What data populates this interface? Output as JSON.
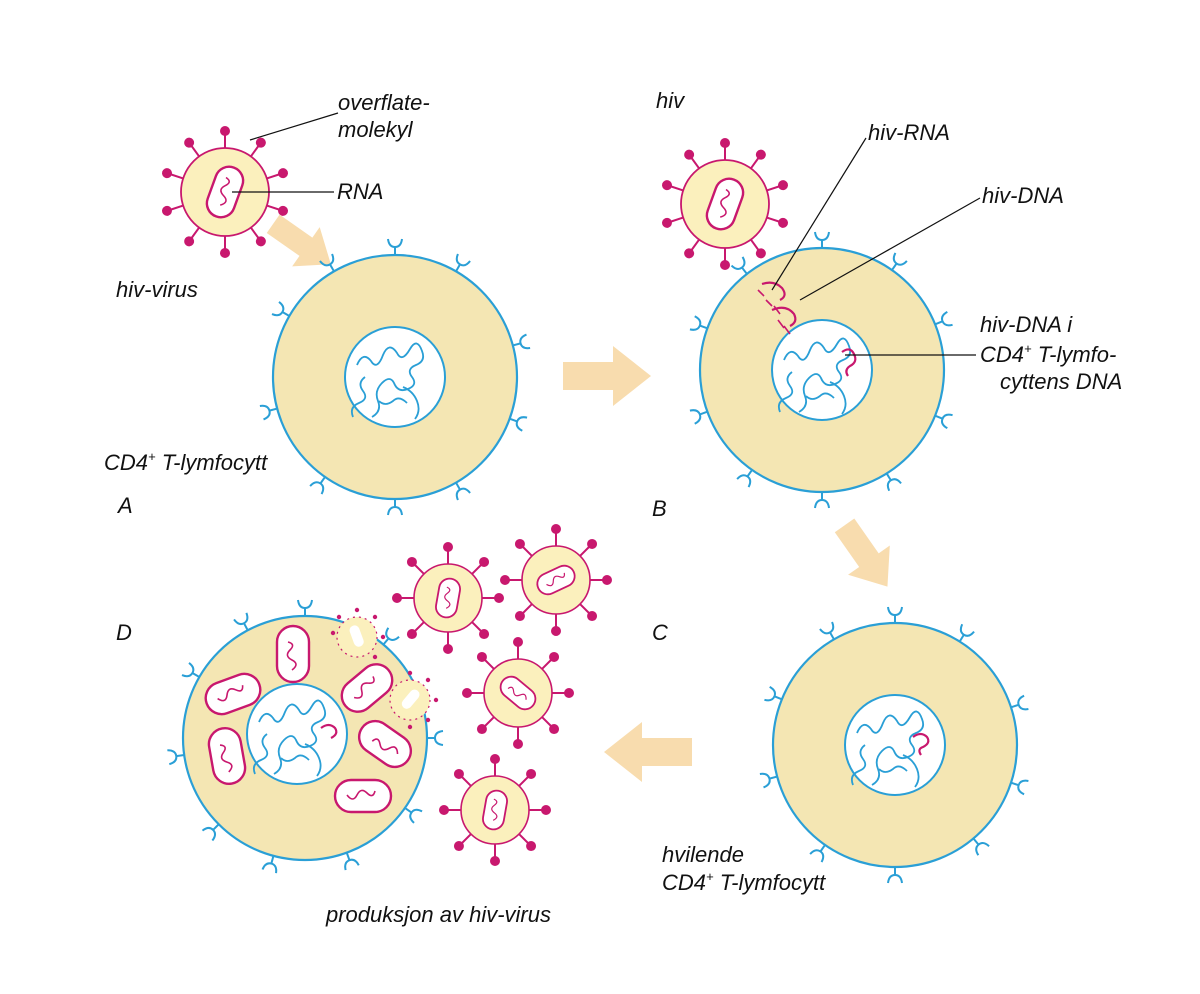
{
  "labels": {
    "overflate_line1": "overflate-",
    "overflate_line2": "molekyl",
    "rna": "RNA",
    "hiv_virus": "hiv-virus",
    "cd4_a_pre": "CD4",
    "cd4_a_sup": "+",
    "cd4_a_post": " T-lymfocytt",
    "panel_a": "A",
    "hiv": "hiv",
    "hiv_rna": "hiv-RNA",
    "hiv_dna": "hiv-DNA",
    "integrated_line1": "hiv-DNA i",
    "integrated_line2_pre": "CD4",
    "integrated_line2_sup": "+",
    "integrated_line2_post": " T-lymfo-",
    "integrated_line3": "cyttens DNA",
    "panel_b": "B",
    "panel_c": "C",
    "resting_line1": "hvilende",
    "resting_line2_pre": "CD4",
    "resting_line2_sup": "+",
    "resting_line2_post": " T-lymfocytt",
    "panel_d": "D",
    "production": "produksjon av hiv-virus"
  },
  "colors": {
    "cytoplasm": "#f4e6b3",
    "membrane": "#2a9fd6",
    "viral": "#c8186e",
    "virus_fill": "#fbf0bd",
    "arrow": "#f8dcae",
    "text": "#111111"
  }
}
